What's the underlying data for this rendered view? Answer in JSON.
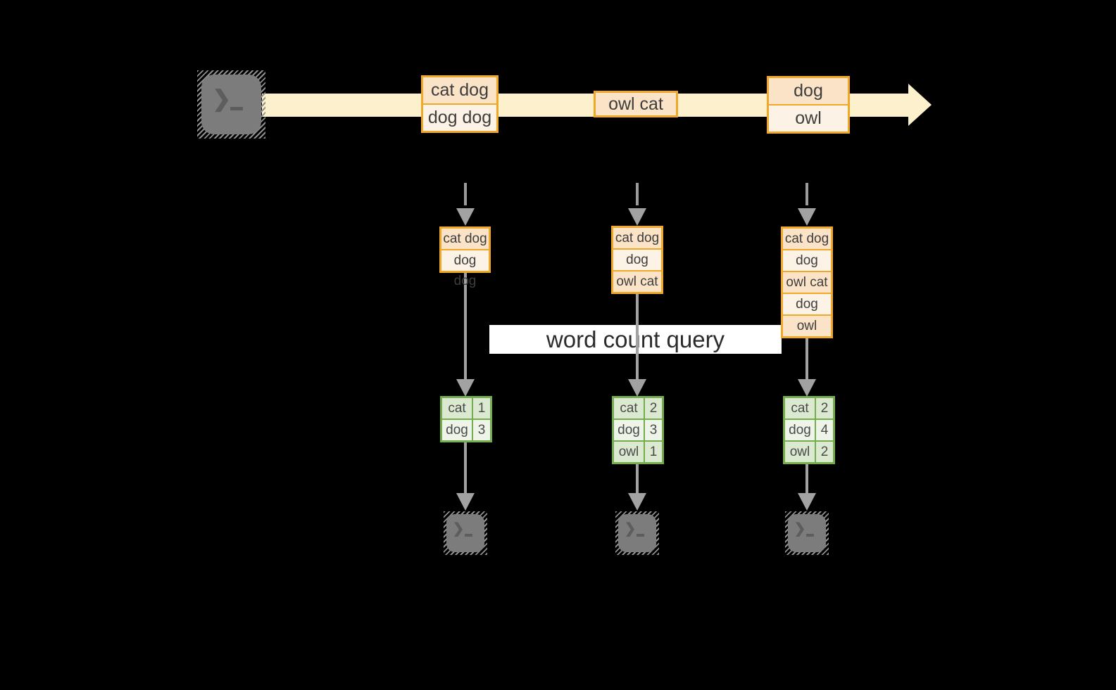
{
  "colors": {
    "background": "#000000",
    "stream_band": "#FCF1CC",
    "record_border": "#F0A828",
    "record_fill_dark": "#FBE3C7",
    "record_fill_light": "#FDF2E6",
    "table_border": "#74AD4E",
    "table_fill_dark": "#DCE9D1",
    "table_fill_light": "#EEF4E8",
    "arrow_gray": "#A2A2A2",
    "banner_bg": "#FFFFFF",
    "text": "#3D3D3D",
    "terminal_gray": "#7C7C7C"
  },
  "stream": {
    "source_icon": "terminal-icon",
    "direction": "right",
    "batches": [
      {
        "rows": [
          "cat dog",
          "dog dog"
        ]
      },
      {
        "rows": [
          "owl cat"
        ]
      },
      {
        "rows": [
          "dog",
          "owl"
        ]
      }
    ]
  },
  "query": {
    "label": "word count query"
  },
  "pipelines": [
    {
      "records": [
        "cat dog",
        "dog dog"
      ],
      "counts": [
        {
          "word": "cat",
          "count": 1
        },
        {
          "word": "dog",
          "count": 3
        }
      ],
      "sink_icon": "terminal-icon"
    },
    {
      "records": [
        "cat dog",
        "dog dog",
        "owl cat"
      ],
      "counts": [
        {
          "word": "cat",
          "count": 2
        },
        {
          "word": "dog",
          "count": 3
        },
        {
          "word": "owl",
          "count": 1
        }
      ],
      "sink_icon": "terminal-icon"
    },
    {
      "records": [
        "cat dog",
        "dog dog",
        "owl cat",
        "dog",
        "owl"
      ],
      "counts": [
        {
          "word": "cat",
          "count": 2
        },
        {
          "word": "dog",
          "count": 4
        },
        {
          "word": "owl",
          "count": 2
        }
      ],
      "sink_icon": "terminal-icon"
    }
  ]
}
